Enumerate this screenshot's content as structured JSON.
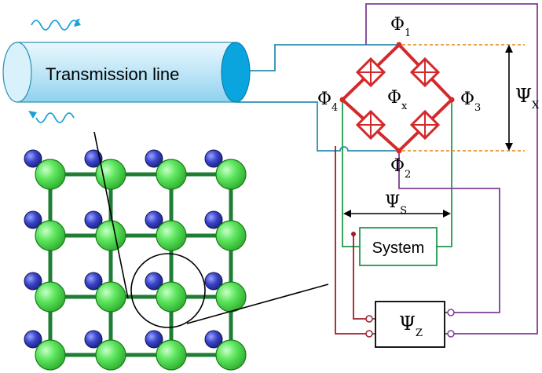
{
  "transmission_line": {
    "label": "Transmission line"
  },
  "bridge": {
    "node_top": {
      "symbol": "Φ",
      "sub": "1"
    },
    "node_bottom": {
      "symbol": "Φ",
      "sub": "2"
    },
    "node_right": {
      "symbol": "Φ",
      "sub": "3"
    },
    "node_left": {
      "symbol": "Φ",
      "sub": "4"
    },
    "center": {
      "symbol": "Φ",
      "sub": "x"
    }
  },
  "psi_x": {
    "symbol": "Ψ",
    "sub": "X"
  },
  "psi_s": {
    "symbol": "Ψ",
    "sub": "S"
  },
  "psi_z": {
    "symbol": "Ψ",
    "sub": "Z"
  },
  "system": {
    "label": "System"
  },
  "colors": {
    "bridge_red": "#d4292b",
    "wire_teal": "#2a8fb0",
    "wire_green": "#1f9a4d",
    "wire_purple": "#7b3f98",
    "wire_darkred": "#a11d2a",
    "guide_orange": "#e8962e",
    "lattice_green": "#1e7e34",
    "atom_green": "#5ee65e",
    "atom_blue": "#3a44c9",
    "cable_light": "#bfe6f7",
    "cable_end": "#0aa4de"
  }
}
